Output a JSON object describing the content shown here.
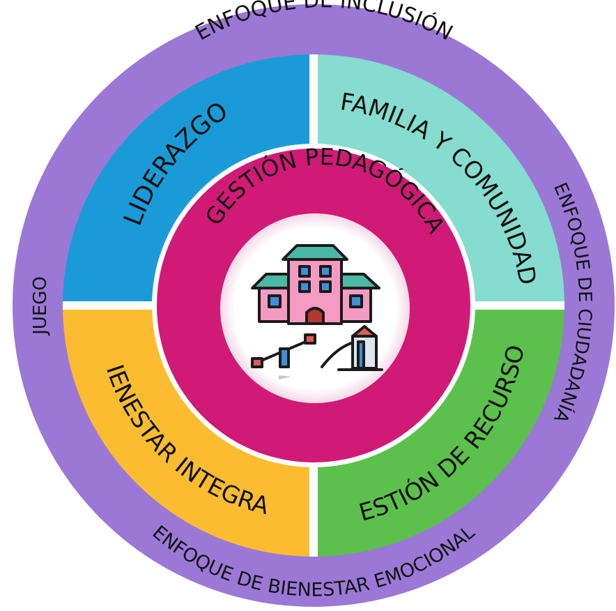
{
  "outer_ring": {
    "top": "ENFOQUE DE INCLUSIÓN",
    "right": "ENFOQUE DE CIUDADANÍA",
    "bottom": "ENFOQUE DE BIENESTAR EMOCIONAL",
    "left": "JUEGO"
  },
  "quadrants": {
    "top_left": "LIDERAZGO",
    "top_right": "FAMILIA Y COMUNIDAD",
    "bottom_left": "BIENESTAR INTEGRAL",
    "bottom_right": "GESTIÓN DE RECURSOS"
  },
  "inner_ring": {
    "label": "GESTIÓN PEDAGÓGICA"
  },
  "center": {
    "icon": "school-playground-icon"
  },
  "colors": {
    "outer_ring": "#9b78d6",
    "liderazgo": "#1a9bd7",
    "familia": "#86dccf",
    "bienestar": "#fbbd2f",
    "recursos": "#5cc04d",
    "pedagogica": "#d11a76",
    "school_pink": "#f49ac3",
    "school_roof": "#4bb7a5"
  }
}
